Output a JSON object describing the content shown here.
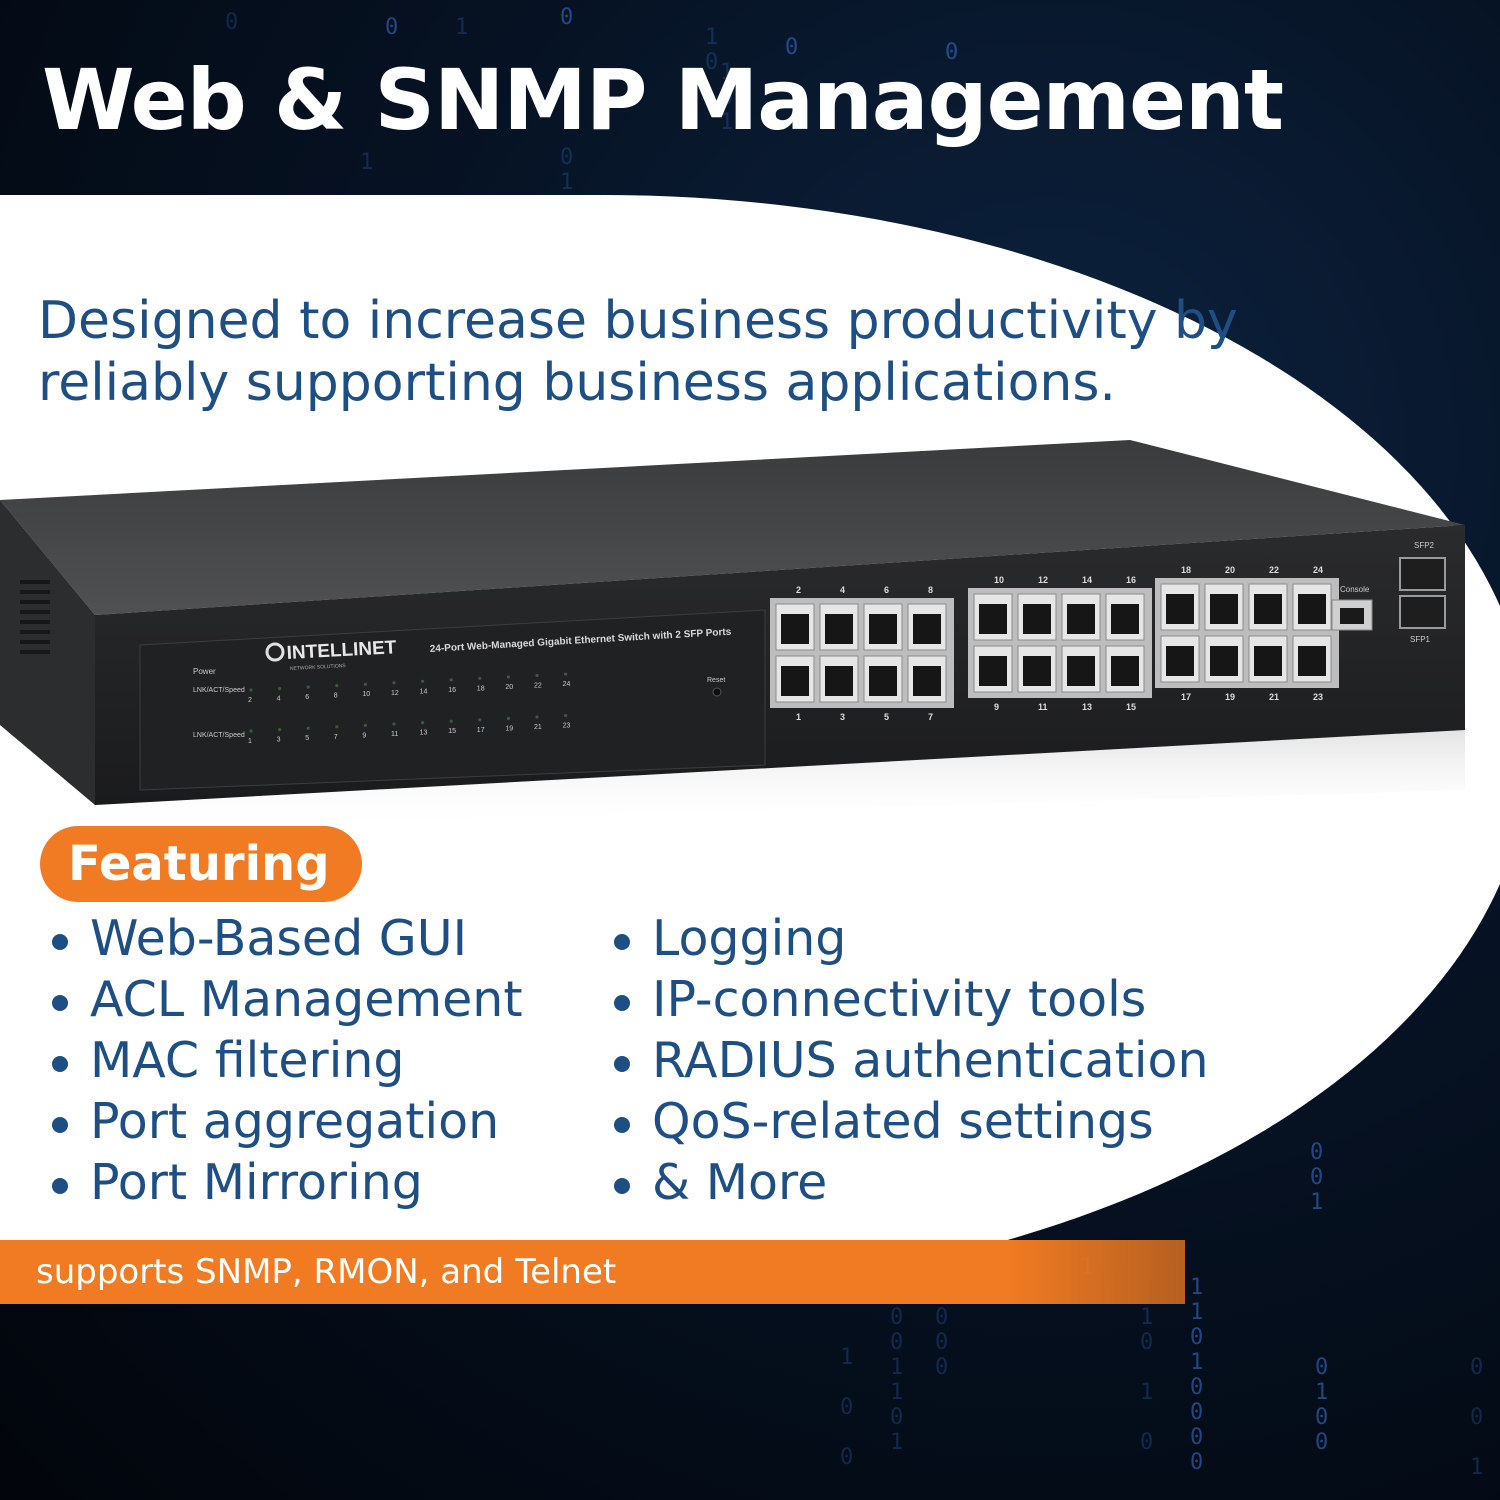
{
  "headline": "Web & SNMP Management",
  "tagline": "Designed to increase business productivity by reliably supporting business applications.",
  "product": {
    "brand": "INTELLINET",
    "brand_sub": "NETWORK SOLUTIONS",
    "model_text": "24-Port Web-Managed Gigabit Ethernet Switch with 2 SFP Ports",
    "led_labels": {
      "power": "Power",
      "lnk": "LNK/ACT/Speed",
      "reset": "Reset",
      "console": "Console"
    },
    "even_ports": [
      "2",
      "4",
      "6",
      "8",
      "10",
      "12",
      "14",
      "16",
      "18",
      "20",
      "22",
      "24"
    ],
    "odd_ports": [
      "1",
      "3",
      "5",
      "7",
      "9",
      "11",
      "13",
      "15",
      "17",
      "19",
      "21",
      "23"
    ],
    "sfp": [
      "SFP2",
      "SFP1"
    ]
  },
  "featuring_label": "Featuring",
  "features_left": [
    "Web-Based GUI",
    "ACL Management",
    "MAC filtering",
    "Port aggregation",
    "Port Mirroring"
  ],
  "features_right": [
    "Logging",
    "IP-connectivity tools",
    "RADIUS authentication",
    "QoS-related settings",
    "& More"
  ],
  "footer": "supports SNMP, RMON, and Telnet",
  "colors": {
    "accent_orange": "#f07b22",
    "text_blue": "#1d4f84",
    "background_dark": "#05070d"
  }
}
